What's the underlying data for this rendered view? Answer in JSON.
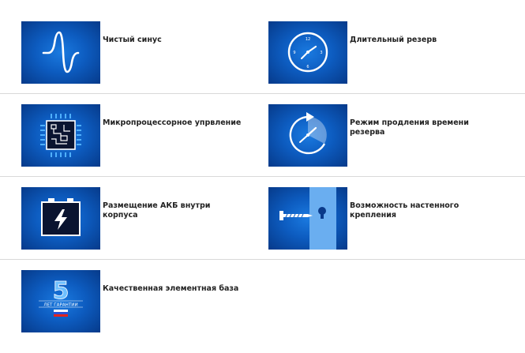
{
  "features": [
    {
      "label": "Чистый синус",
      "icon": "sine-wave-icon"
    },
    {
      "label": "Длительный резерв",
      "icon": "clock-icon"
    },
    {
      "label": "Микропроцессорное упрвление",
      "icon": "microchip-icon"
    },
    {
      "label": "Режим продления времени резерва",
      "icon": "clock-extend-icon"
    },
    {
      "label": "Размещение АКБ внутри корпуса",
      "icon": "battery-icon"
    },
    {
      "label": "Возможность настенного крепления",
      "icon": "wall-mount-icon"
    },
    {
      "label": "Качественная элементная база",
      "icon": "warranty-badge-icon"
    }
  ],
  "warranty": {
    "years": "5",
    "text": "ЛЕТ ГАРАНТИИ"
  }
}
